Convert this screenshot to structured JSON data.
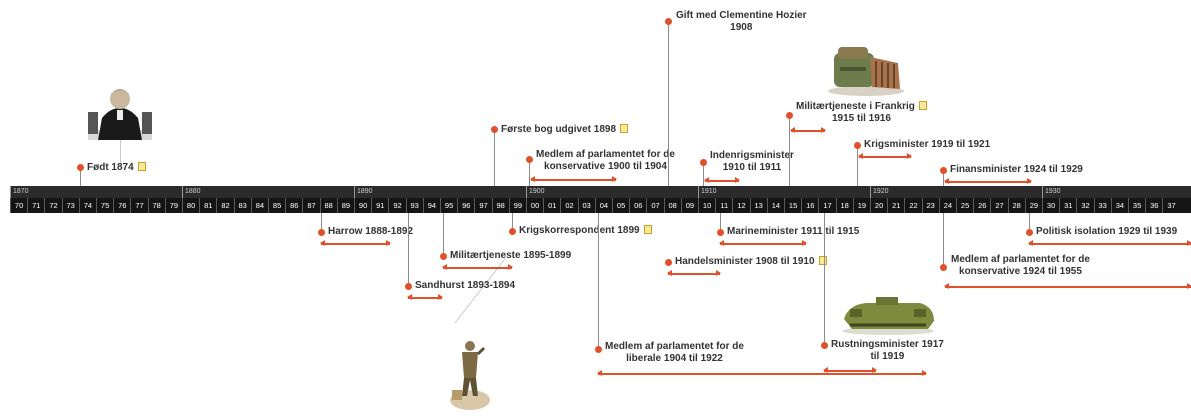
{
  "timeline": {
    "decades": [
      "1870",
      "1880",
      "1890",
      "1900",
      "1910",
      "1920",
      "1930"
    ],
    "years": [
      "70",
      "71",
      "72",
      "73",
      "74",
      "75",
      "76",
      "77",
      "78",
      "79",
      "80",
      "81",
      "82",
      "83",
      "84",
      "85",
      "86",
      "87",
      "88",
      "89",
      "90",
      "91",
      "92",
      "93",
      "94",
      "95",
      "96",
      "97",
      "98",
      "99",
      "00",
      "01",
      "02",
      "03",
      "04",
      "05",
      "06",
      "07",
      "08",
      "09",
      "10",
      "11",
      "12",
      "13",
      "14",
      "15",
      "16",
      "17",
      "18",
      "19",
      "20",
      "21",
      "22",
      "23",
      "24",
      "25",
      "26",
      "27",
      "28",
      "29",
      "30",
      "31",
      "32",
      "33",
      "34",
      "35",
      "36",
      "37"
    ]
  },
  "events_above": [
    {
      "id": "born",
      "lines": [
        "Født 1874"
      ]
    },
    {
      "id": "first-book",
      "lines": [
        "Første bog udgivet 1898"
      ]
    },
    {
      "id": "parliament-conservative-1900",
      "lines": [
        "Medlem af parlamentet for de",
        "konservative 1900 til 1904"
      ]
    },
    {
      "id": "married",
      "lines": [
        "Gift med Clementine Hozier",
        "1908"
      ]
    },
    {
      "id": "home-secretary",
      "lines": [
        "Indenrigsminister",
        "1910 til 1911"
      ]
    },
    {
      "id": "military-france",
      "lines": [
        "Militærtjeneste i Frankrig",
        "1915 til 1916"
      ]
    },
    {
      "id": "war-secretary",
      "lines": [
        "Krigsminister 1919 til 1921"
      ]
    },
    {
      "id": "chancellor",
      "lines": [
        "Finansminister 1924 til 1929"
      ]
    }
  ],
  "events_below": [
    {
      "id": "harrow",
      "lines": [
        "Harrow 1888-1892"
      ]
    },
    {
      "id": "military-service",
      "lines": [
        "Militærtjeneste 1895-1899"
      ]
    },
    {
      "id": "sandhurst",
      "lines": [
        "Sandhurst 1893-1894"
      ]
    },
    {
      "id": "war-correspondent",
      "lines": [
        "Krigskorrespondent 1899"
      ]
    },
    {
      "id": "parliament-liberal",
      "lines": [
        "Medlem af parlamentet for de",
        "liberale 1904 til 1922"
      ]
    },
    {
      "id": "board-of-trade",
      "lines": [
        "Handelsminister 1908 til 1910"
      ]
    },
    {
      "id": "navy-minister",
      "lines": [
        "Marineminister 1911 til 1915"
      ]
    },
    {
      "id": "munitions",
      "lines": [
        "Rustningsminister 1917",
        "til 1919"
      ]
    },
    {
      "id": "isolation",
      "lines": [
        "Politisk isolation 1929 til 1939"
      ]
    },
    {
      "id": "parliament-conservative-1924",
      "lines": [
        "Medlem af parlamentet for de",
        "konservative 1924 til 1955"
      ]
    }
  ],
  "colors": {
    "accent": "#e0502a",
    "band_dark": "#141414",
    "band_mid": "#2b2b2b",
    "text": "#333333",
    "note": "#f7e89a"
  }
}
